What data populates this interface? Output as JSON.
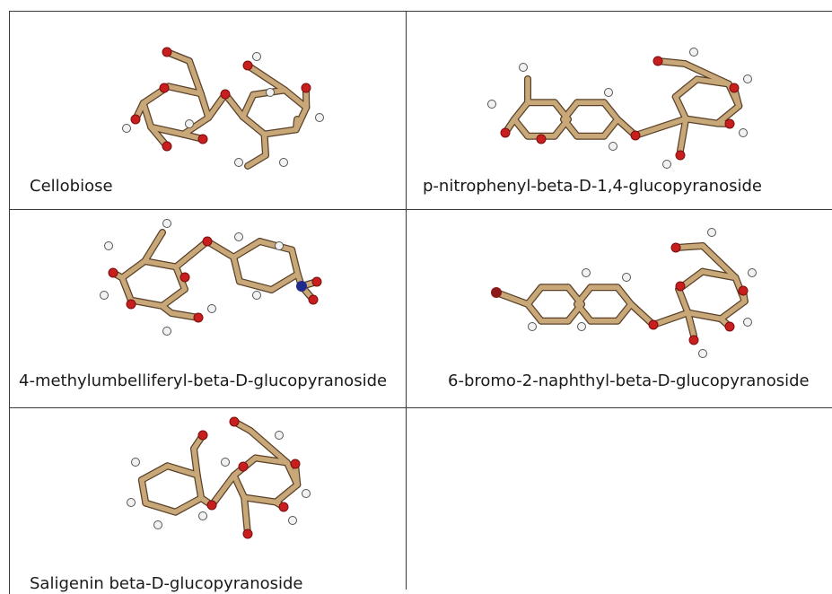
{
  "colors": {
    "bond": "#c8a878",
    "bond_edge": "#5a4028",
    "oxygen": "#c81e1e",
    "hydrogen": "#f2f2f2",
    "hydrogen_edge": "#555555",
    "nitrogen": "#1e2a8c",
    "bromine": "#8b1a1a",
    "grid_line": "#3a3a3a"
  },
  "cells": [
    {
      "id": "cellobiose",
      "caption": "Cellobiose",
      "molecule": "disaccharide"
    },
    {
      "id": "pnp-glc",
      "caption": "p-nitrophenyl-beta-D-1,4-glucopyranoside",
      "molecule": "coumarin-glucoside"
    },
    {
      "id": "mu-glc",
      "caption": "4-methylumbelliferyl-beta-D-glucopyranoside",
      "molecule": "nitrophenyl-glucoside"
    },
    {
      "id": "bn-glc",
      "caption": "6-bromo-2-naphthyl-beta-D-glucopyranoside",
      "molecule": "bromonaphthyl-glucoside"
    },
    {
      "id": "saligenin",
      "caption": "Saligenin beta-D-glucopyranoside",
      "molecule": "saligenin-glucoside"
    }
  ]
}
